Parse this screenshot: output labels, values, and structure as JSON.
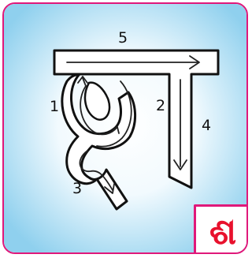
{
  "stroke_labels": [
    "5",
    "1",
    "2",
    "4",
    "3"
  ],
  "letter": "ଶ",
  "colors": {
    "border": "#e0187a",
    "badge_text": "#e8112d",
    "background_inner": "#ffffff",
    "background_outer": "#8fd0ee"
  }
}
